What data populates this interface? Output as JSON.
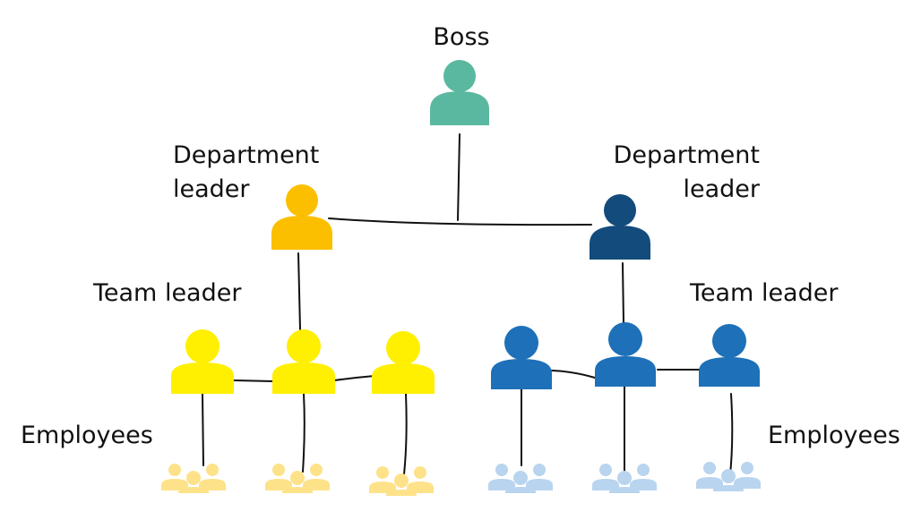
{
  "labels": {
    "boss": "Boss",
    "department_left_line1": "Department",
    "department_left_line2": "leader",
    "department_right_line1": "Department",
    "department_right_line2": "leader",
    "team_left": "Team leader",
    "team_right": "Team leader",
    "employees_left": "Employees",
    "employees_right": "Employees"
  },
  "colors": {
    "boss": "#5bb8a0",
    "department_left": "#fcbf00",
    "department_right": "#134b7c",
    "team_left": "#ffef00",
    "team_right": "#1e70b8",
    "employees_left": "#fde28a",
    "employees_right": "#b9d4ee",
    "line": "#111111"
  },
  "icons": {
    "person": "person-icon",
    "group": "people-group-icon"
  }
}
